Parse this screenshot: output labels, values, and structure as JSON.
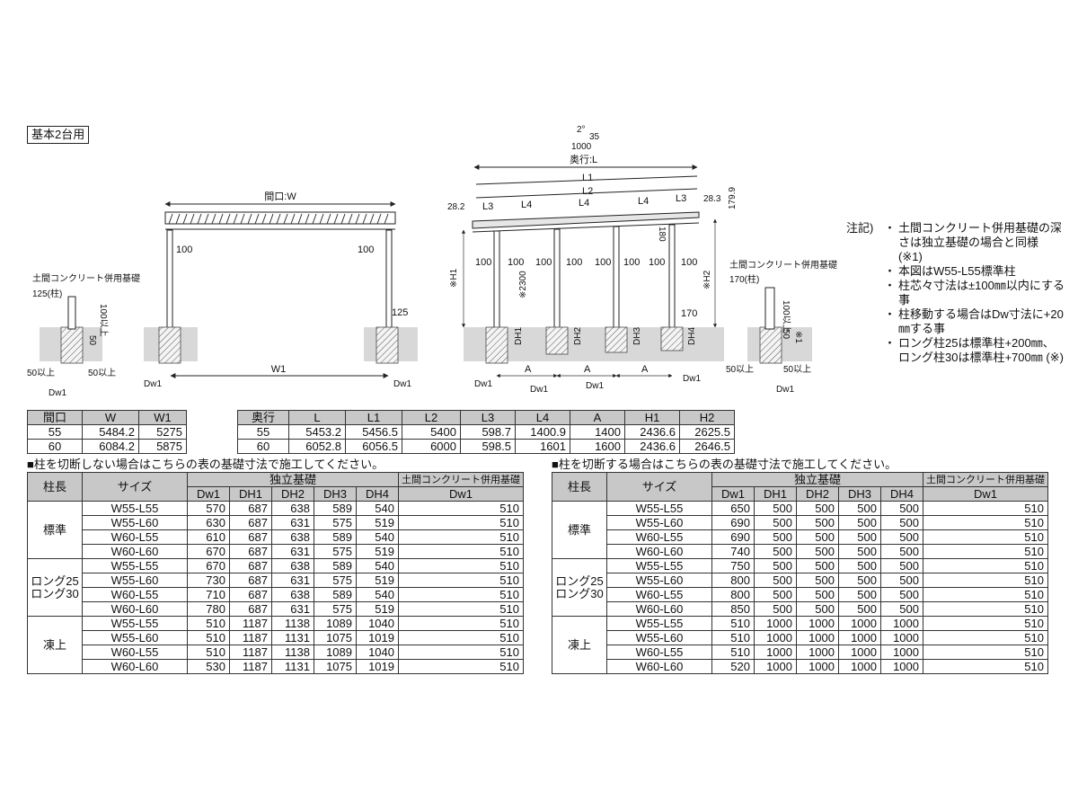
{
  "section_label": "基本2台用",
  "front": {
    "top_label": "間口:W",
    "post_offset_left": "100",
    "post_offset_right": "100",
    "dim_125": "125",
    "bottom_label": "W1",
    "dw_left": "Dw1",
    "dw_right": "Dw1"
  },
  "left_detail": {
    "title": "土間コンクリート併用基礎",
    "post": "125(柱)",
    "dim_100": "100以上",
    "dim_50": "50",
    "below_left": "50以上",
    "below_right": "50以上",
    "dw": "Dw1"
  },
  "side": {
    "slope": "2°",
    "slope_ratio": "35",
    "slope_base": "1000",
    "depth_label": "奥行:L",
    "l1": "L1",
    "l2": "L2",
    "left_gap": "28.2",
    "right_gap": "28.3",
    "height_179": "179.9",
    "segments": [
      "L3",
      "L4",
      "L4",
      "L4",
      "L3"
    ],
    "dim_180": "180",
    "post_offsets": [
      "100",
      "100",
      "100",
      "100",
      "100",
      "100",
      "100",
      "100"
    ],
    "h1": "※H1",
    "h2": "※H2",
    "h2300": "※2300",
    "dim_170": "170",
    "dh_labels": [
      "DH1",
      "DH2",
      "DH3",
      "DH4"
    ],
    "a_labels": [
      "A",
      "A",
      "A"
    ],
    "dw_labels": [
      "Dw1",
      "Dw1",
      "Dw1",
      "Dw1"
    ]
  },
  "right_detail": {
    "title": "土間コンクリート併用基礎",
    "post": "170(柱)",
    "dim_100": "100以上",
    "dim_50": "50",
    "star": "※1",
    "below_left": "50以上",
    "below_right": "50以上",
    "dw": "Dw1"
  },
  "notes": {
    "heading": "注記)",
    "items": [
      "土間コンクリート併用基礎の深さは独立基礎の場合と同様 (※1)",
      "本図はW55-L55標準柱",
      "柱芯々寸法は±100㎜以内にする事",
      "柱移動する場合はDw寸法に+20㎜する事",
      "ロング柱25は標準柱+200㎜、ロング柱30は標準柱+700㎜ (※)"
    ]
  },
  "table_w": {
    "headers": [
      "間口",
      "W",
      "W1"
    ],
    "rows": [
      [
        "55",
        "5484.2",
        "5275"
      ],
      [
        "60",
        "6084.2",
        "5875"
      ]
    ]
  },
  "table_l": {
    "headers": [
      "奥行",
      "L",
      "L1",
      "L2",
      "L3",
      "L4",
      "A",
      "H1",
      "H2"
    ],
    "rows": [
      [
        "55",
        "5453.2",
        "5456.5",
        "5400",
        "598.7",
        "1400.9",
        "1400",
        "2436.6",
        "2625.5"
      ],
      [
        "60",
        "6052.8",
        "6056.5",
        "6000",
        "598.5",
        "1601",
        "1600",
        "2436.6",
        "2646.5"
      ]
    ]
  },
  "table_nocut": {
    "caption": "■柱を切断しない場合はこちらの表の基礎寸法で施工してください。",
    "h_pillar": "柱長",
    "h_size": "サイズ",
    "h_indep": "独立基礎",
    "h_slab": "土間コンクリート併用基礎",
    "sub": [
      "Dw1",
      "DH1",
      "DH2",
      "DH3",
      "DH4",
      "Dw1"
    ],
    "groups": [
      {
        "name": [
          "標準"
        ],
        "rows": [
          [
            "W55-L55",
            "570",
            "687",
            "638",
            "589",
            "540",
            "510"
          ],
          [
            "W55-L60",
            "630",
            "687",
            "631",
            "575",
            "519",
            "510"
          ],
          [
            "W60-L55",
            "610",
            "687",
            "638",
            "589",
            "540",
            "510"
          ],
          [
            "W60-L60",
            "670",
            "687",
            "631",
            "575",
            "519",
            "510"
          ]
        ]
      },
      {
        "name": [
          "ロング25",
          "ロング30"
        ],
        "rows": [
          [
            "W55-L55",
            "670",
            "687",
            "638",
            "589",
            "540",
            "510"
          ],
          [
            "W55-L60",
            "730",
            "687",
            "631",
            "575",
            "519",
            "510"
          ],
          [
            "W60-L55",
            "710",
            "687",
            "638",
            "589",
            "540",
            "510"
          ],
          [
            "W60-L60",
            "780",
            "687",
            "631",
            "575",
            "519",
            "510"
          ]
        ]
      },
      {
        "name": [
          "凍上"
        ],
        "rows": [
          [
            "W55-L55",
            "510",
            "1187",
            "1138",
            "1089",
            "1040",
            "510"
          ],
          [
            "W55-L60",
            "510",
            "1187",
            "1131",
            "1075",
            "1019",
            "510"
          ],
          [
            "W60-L55",
            "510",
            "1187",
            "1138",
            "1089",
            "1040",
            "510"
          ],
          [
            "W60-L60",
            "530",
            "1187",
            "1131",
            "1075",
            "1019",
            "510"
          ]
        ]
      }
    ]
  },
  "table_cut": {
    "caption": "■柱を切断する場合はこちらの表の基礎寸法で施工してください。",
    "h_pillar": "柱長",
    "h_size": "サイズ",
    "h_indep": "独立基礎",
    "h_slab": "土間コンクリート併用基礎",
    "sub": [
      "Dw1",
      "DH1",
      "DH2",
      "DH3",
      "DH4",
      "Dw1"
    ],
    "groups": [
      {
        "name": [
          "標準"
        ],
        "rows": [
          [
            "W55-L55",
            "650",
            "500",
            "500",
            "500",
            "500",
            "510"
          ],
          [
            "W55-L60",
            "690",
            "500",
            "500",
            "500",
            "500",
            "510"
          ],
          [
            "W60-L55",
            "690",
            "500",
            "500",
            "500",
            "500",
            "510"
          ],
          [
            "W60-L60",
            "740",
            "500",
            "500",
            "500",
            "500",
            "510"
          ]
        ]
      },
      {
        "name": [
          "ロング25",
          "ロング30"
        ],
        "rows": [
          [
            "W55-L55",
            "750",
            "500",
            "500",
            "500",
            "500",
            "510"
          ],
          [
            "W55-L60",
            "800",
            "500",
            "500",
            "500",
            "500",
            "510"
          ],
          [
            "W60-L55",
            "800",
            "500",
            "500",
            "500",
            "500",
            "510"
          ],
          [
            "W60-L60",
            "850",
            "500",
            "500",
            "500",
            "500",
            "510"
          ]
        ]
      },
      {
        "name": [
          "凍上"
        ],
        "rows": [
          [
            "W55-L55",
            "510",
            "1000",
            "1000",
            "1000",
            "1000",
            "510"
          ],
          [
            "W55-L60",
            "510",
            "1000",
            "1000",
            "1000",
            "1000",
            "510"
          ],
          [
            "W60-L55",
            "510",
            "1000",
            "1000",
            "1000",
            "1000",
            "510"
          ],
          [
            "W60-L60",
            "520",
            "1000",
            "1000",
            "1000",
            "1000",
            "510"
          ]
        ]
      }
    ]
  }
}
